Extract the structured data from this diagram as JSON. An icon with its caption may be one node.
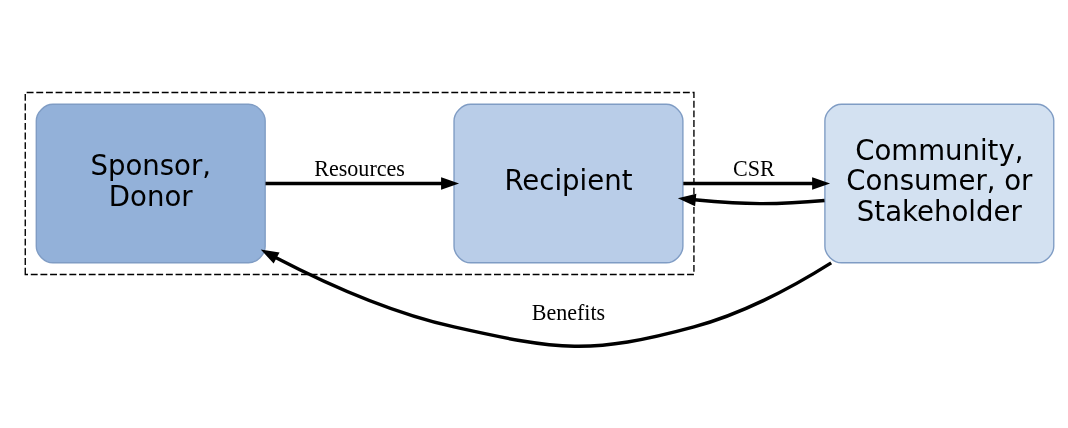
{
  "diagram": {
    "nodes": [
      {
        "text": [],
        "shape": "box"
      },
      {
        "text": [
          "Sponsor, Donor"
        ],
        "in": 0
      },
      {
        "text": [
          "Recipient"
        ],
        "in": 0
      },
      {
        "text": [
          "Community, Consumer, or Stakeholder"
        ]
      }
    ],
    "edges": [
      {
        "from": 1,
        "to": 2,
        "arrow": "to",
        "label": "Resources"
      },
      {
        "from": 2,
        "to": 3,
        "arrow": "to",
        "label": "CSR"
      },
      {
        "from": 3,
        "to": 1,
        "arrow": "to",
        "label": "Benefits"
      },
      {
        "from": 3,
        "to": 2,
        "arrow": "to"
      }
    ]
  }
}
